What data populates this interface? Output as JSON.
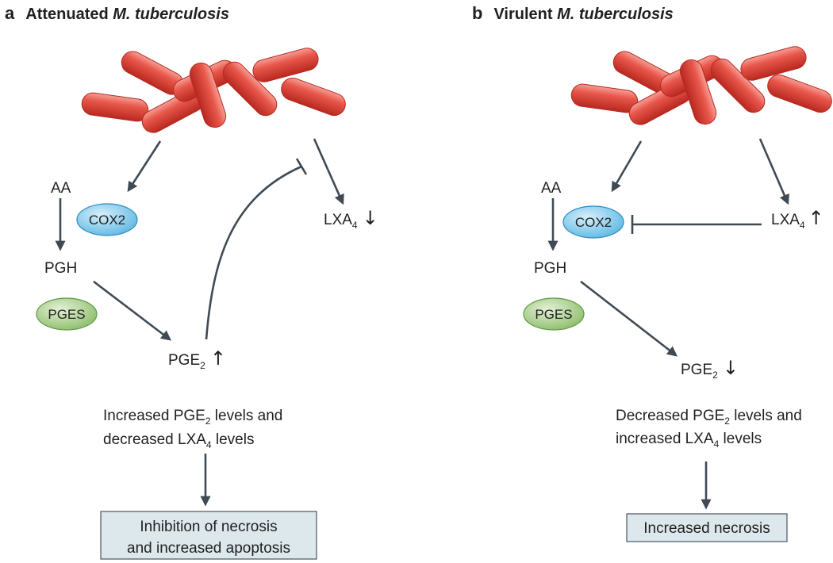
{
  "panels": [
    {
      "letter": "a",
      "title_plain": "Attenuated ",
      "title_italic": "M. tuberculosis",
      "aa": "AA",
      "cox2": "COX2",
      "pgh": "PGH",
      "pges": "PGES",
      "pge_main": "PGE",
      "pge_sub": "2",
      "pge_dir": "↑",
      "lxa_main": "LXA",
      "lxa_sub": "4",
      "lxa_dir": "↓",
      "summary_line1_a": "Increased PGE",
      "summary_line1_sub": "2",
      "summary_line1_b": " levels and",
      "summary_line2_a": "decreased LXA",
      "summary_line2_sub": "4",
      "summary_line2_b": " levels",
      "outcome_line1": "Inhibition of necrosis",
      "outcome_line2": "and increased apoptosis"
    },
    {
      "letter": "b",
      "title_plain": "Virulent ",
      "title_italic": "M. tuberculosis",
      "aa": "AA",
      "cox2": "COX2",
      "pgh": "PGH",
      "pges": "PGES",
      "pge_main": "PGE",
      "pge_sub": "2",
      "pge_dir": "↓",
      "lxa_main": "LXA",
      "lxa_sub": "4",
      "lxa_dir": "↑",
      "summary_line1_a": "Decreased PGE",
      "summary_line1_sub": "2",
      "summary_line1_b": " levels and",
      "summary_line2_a": "increased LXA",
      "summary_line2_sub": "4",
      "summary_line2_b": " levels",
      "outcome_line1": "Increased necrosis"
    }
  ],
  "colors": {
    "bacteria_fill": "#e0453a",
    "bacteria_dark": "#b42a22",
    "cox2_fill": "#8fd0ef",
    "pges_fill": "#a9cf8e",
    "outcome_box": "#dce8ec",
    "arrow": "#3f4a54"
  }
}
